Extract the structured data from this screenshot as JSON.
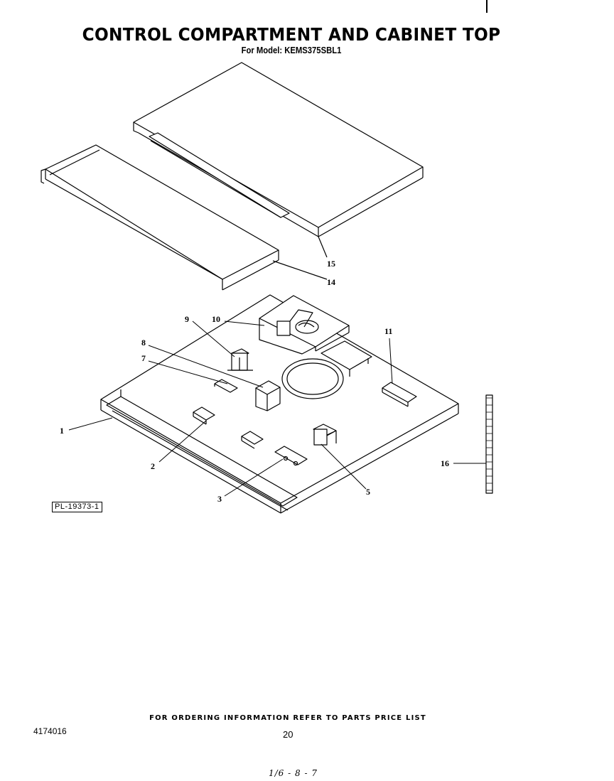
{
  "header": {
    "title": "CONTROL COMPARTMENT AND CABINET TOP",
    "model_label": "For Model: KEMS375SBL1"
  },
  "diagram": {
    "callouts": [
      "1",
      "2",
      "3",
      "5",
      "7",
      "8",
      "9",
      "10",
      "11",
      "14",
      "15",
      "16"
    ],
    "plate_number": "PL-19373-1"
  },
  "footer": {
    "ordering_note": "FOR ORDERING INFORMATION REFER TO PARTS PRICE LIST",
    "document_number": "4174016",
    "page_number": "20",
    "handwritten_note": "1/6 - 8 - 7"
  },
  "colors": {
    "ink": "#000000",
    "paper": "#ffffff"
  }
}
